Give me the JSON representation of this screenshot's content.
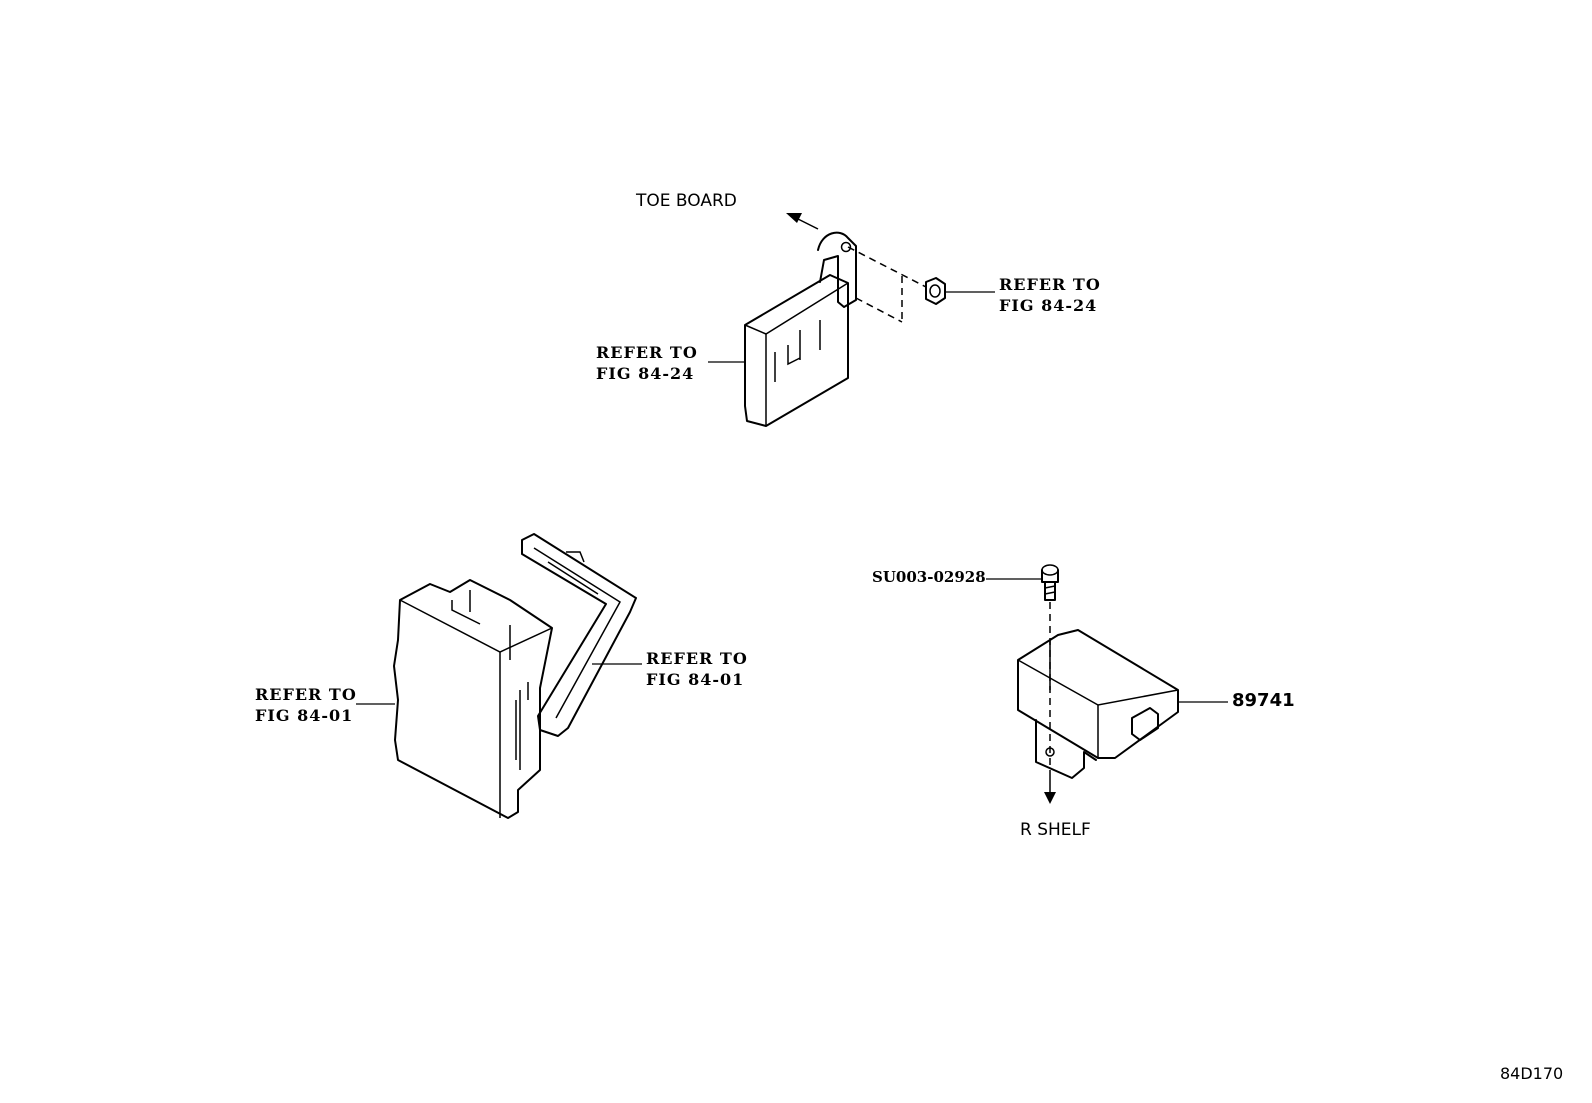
{
  "diagram_id": "84D170",
  "callouts": {
    "toe_board": "TOE BOARD",
    "r_shelf": "R SHELF",
    "top_left_ref": [
      "REFER TO",
      "FIG 84-24"
    ],
    "top_right_ref": [
      "REFER TO",
      "FIG 84-24"
    ],
    "bottom_left_ref": [
      "REFER TO",
      "FIG 84-01"
    ],
    "bottom_mid_ref": [
      "REFER TO",
      "FIG 84-01"
    ],
    "bolt_part_no": "SU003-02928",
    "module_part_no": "89741"
  }
}
